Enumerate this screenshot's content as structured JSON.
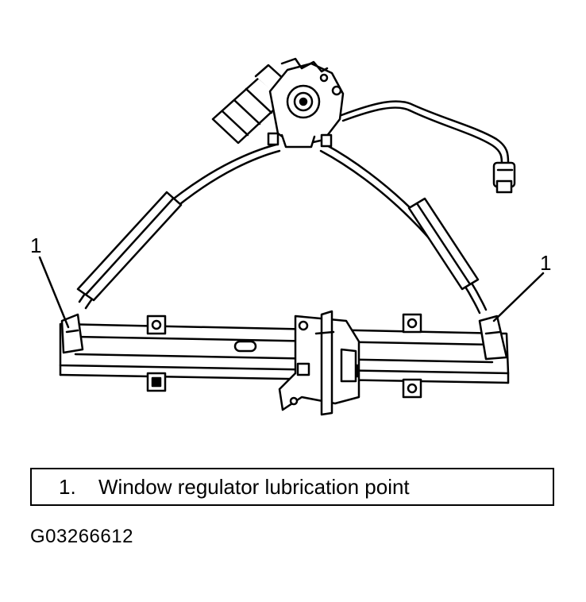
{
  "callouts": [
    {
      "number": "1"
    },
    {
      "number": "1"
    }
  ],
  "legend": {
    "items": [
      {
        "number": "1.",
        "text": "Window regulator lubrication point"
      }
    ]
  },
  "figure_id": "G03266612"
}
